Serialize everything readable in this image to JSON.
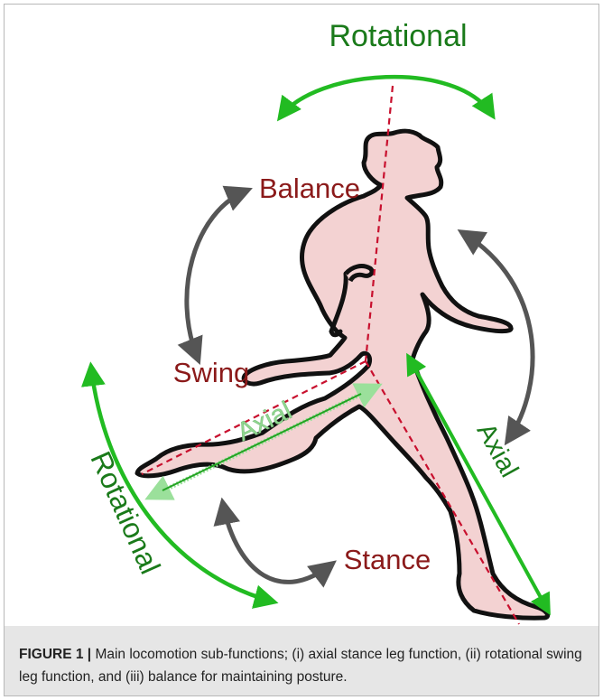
{
  "figure": {
    "labels": {
      "rotational_top": "Rotational",
      "balance": "Balance",
      "swing": "Swing",
      "axial_swing": "Axial",
      "axial_stance": "Axial",
      "stance": "Stance",
      "rotational_left": "Rotational"
    },
    "colors": {
      "label_dark_red": "#8b1a1a",
      "label_green": "#1a7a1a",
      "arrow_green": "#22bb22",
      "arrow_gray": "#555555",
      "body_fill": "#f3d2d2",
      "axis_line": "#c8102e"
    }
  },
  "caption": {
    "label": "FIGURE 1 |",
    "text": " Main locomotion sub-functions; (i) axial stance leg function, (ii) rotational swing leg function, and (iii) balance for maintaining posture."
  }
}
